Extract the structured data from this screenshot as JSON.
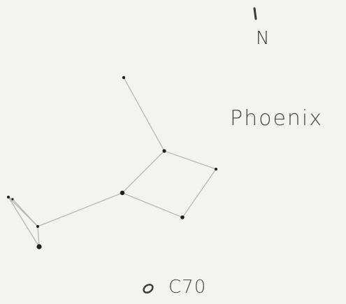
{
  "north_arrow": {
    "label": "N",
    "icon": "north-arrow-icon"
  },
  "constellation": {
    "name": "Phoenix",
    "line_color": "#b5b5b5",
    "star_color": "#1e1e1e"
  },
  "deep_sky_object": {
    "label": "C70",
    "icon": "galaxy-ellipse-icon"
  }
}
